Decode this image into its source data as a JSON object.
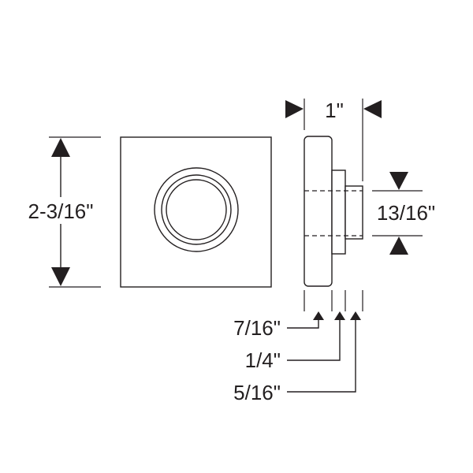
{
  "dimensions": {
    "height_overall": "2-3/16\"",
    "depth_overall": "1\"",
    "tube_diameter": "13/16\"",
    "flange_thickness": "7/16\"",
    "step_thickness": "1/4\"",
    "tube_length": "5/16\""
  }
}
